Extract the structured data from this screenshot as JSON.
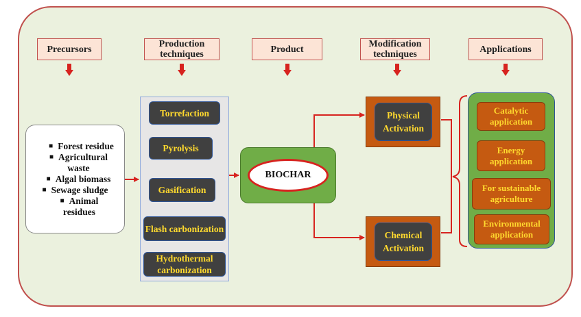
{
  "headers": {
    "precursors": "Precursors",
    "production": "Production techniques",
    "product": "Product",
    "modification": "Modification techniques",
    "applications": "Applications"
  },
  "precursors": [
    "Forest residue",
    "Agricultural waste",
    "Algal biomass",
    "Sewage sludge",
    "Animal residues"
  ],
  "production_techniques": [
    "Torrefaction",
    "Pyrolysis",
    "Gasification",
    "Flash carbonization",
    "Hydrothermal carbonization"
  ],
  "product": "BIOCHAR",
  "modification_techniques": [
    "Physical Activation",
    "Chemical Activation"
  ],
  "applications": [
    "Catalytic application",
    "Energy application",
    "For sustainable agriculture",
    "Environmental application"
  ],
  "colors": {
    "frame_border": "#c0504d",
    "frame_fill": "#ebf1de",
    "arrow": "#d7231f",
    "header_fill": "#fce4d6",
    "dark_box": "#404040",
    "yellow_text": "#ffd92e",
    "green": "#70ad47",
    "orange": "#c55a11"
  }
}
